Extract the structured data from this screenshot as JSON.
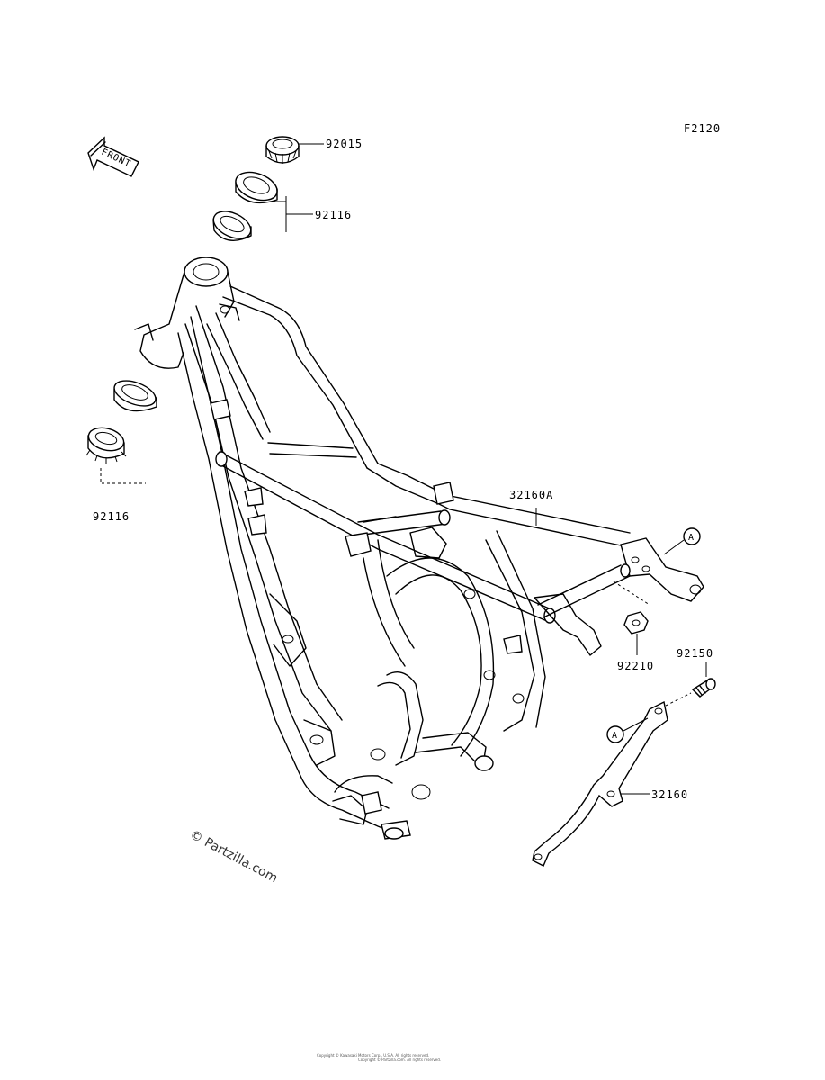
{
  "figure_code": "F2120",
  "front_arrow": {
    "label": "FRONT",
    "icon": "front-arrow-icon"
  },
  "callouts": {
    "p92015": "92015",
    "p92116_top": "92116",
    "p92116_left": "92116",
    "p32160A": "32160A",
    "p92210": "92210",
    "p92150": "92150",
    "p32160": "32160",
    "ref_a1": "A",
    "ref_a2": "A"
  },
  "watermark": "© Partzilla.com",
  "footer_line1": "Copyright © Kawasaki Motors Corp., U.S.A. All rights reserved.",
  "footer_line2": "Copyright © Partzilla.com. All rights reserved."
}
